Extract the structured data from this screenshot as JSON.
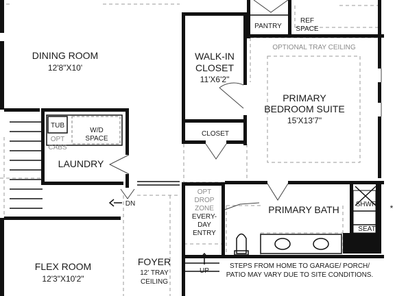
{
  "rooms": {
    "dining_name": "DINING ROOM",
    "dining_dim": "12'8\"X10'",
    "walkin_name_1": "WALK-IN",
    "walkin_name_2": "CLOSET",
    "walkin_dim": "11'X6'2\"",
    "pantry": "PANTRY",
    "ref_space_1": "REF",
    "ref_space_2": "SPACE",
    "tray_ceiling": "OPTIONAL TRAY CEILING",
    "primary_1": "PRIMARY",
    "primary_2": "BEDROOM SUITE",
    "primary_dim": "15'X13'7\"",
    "closet": "CLOSET",
    "tub": "TUB",
    "opt_1": "OPT",
    "opt_2": "CABS",
    "wd_1": "W/D",
    "wd_2": "SPACE",
    "laundry": "LAUNDRY",
    "dn": "DN",
    "drop_1": "OPT",
    "drop_2": "DROP",
    "drop_3": "ZONE",
    "drop_4": "EVERY-",
    "drop_5": "DAY",
    "drop_6": "ENTRY",
    "primary_bath": "PRIMARY BATH",
    "shwr": "SHWR",
    "seat": "SEAT",
    "flex_name": "FLEX ROOM",
    "flex_dim": "12'3\"X10'2\"",
    "foyer_name": "FOYER",
    "foyer_sub_1": "12' TRAY",
    "foyer_sub_2": "CEILING",
    "up": "UP",
    "note_1": "STEPS FROM HOME TO GARAGE/ PORCH/",
    "note_2": "PATIO MAY VARY DUE TO SITE CONDITIONS.",
    "asterisk": "*"
  }
}
